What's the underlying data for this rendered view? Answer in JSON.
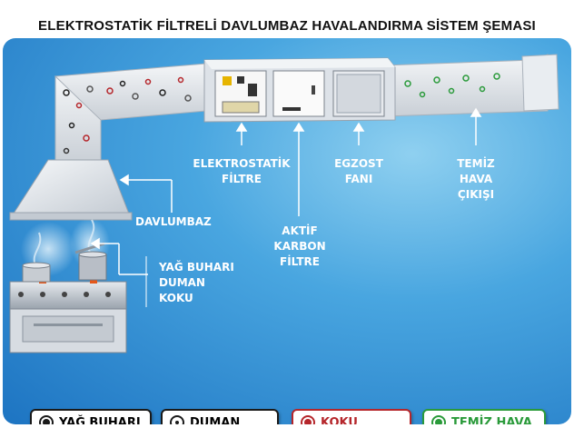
{
  "title": "ELEKTROSTATİK FİLTRELİ DAVLUMBAZ HAVALANDIRMA SİSTEM ŞEMASI",
  "labels": {
    "electrostatic": [
      "ELEKTROSTATİK",
      "FİLTRE"
    ],
    "fan": [
      "EGZOST",
      "FANI"
    ],
    "clean_air": [
      "TEMİZ",
      "HAVA",
      "ÇIKIŞI"
    ],
    "hood": "DAVLUMBAZ",
    "carbon": [
      "AKTİF",
      "KARBON",
      "FİLTRE"
    ],
    "sources": [
      "YAĞ BUHARI",
      "DUMAN",
      "KOKU"
    ]
  },
  "legend": [
    {
      "label": "YAĞ BUHARI",
      "border": "#1a1a1a",
      "fill": "#1a1a1a",
      "text_color": "#1a1a1a"
    },
    {
      "label": "DUMAN",
      "border": "#1a1a1a",
      "fill": "#1a1a1a",
      "text_color": "#1a1a1a"
    },
    {
      "label": "KOKU",
      "border": "#b5262b",
      "fill": "#b5262b",
      "text_color": "#b5262b"
    },
    {
      "label": "TEMİZ HAVA",
      "border": "#2a9a3a",
      "fill": "#2a9a3a",
      "text_color": "#2a9a3a"
    }
  ],
  "colors": {
    "background": "#2f8fd6",
    "duct": "#dfe4ea",
    "odor": "#b5262b",
    "clean": "#2a9a3a"
  },
  "icons": [
    "electrostatic-filter-icon",
    "carbon-filter-icon",
    "exhaust-fan-icon",
    "hood-icon",
    "stove-icon",
    "pot-icon"
  ]
}
